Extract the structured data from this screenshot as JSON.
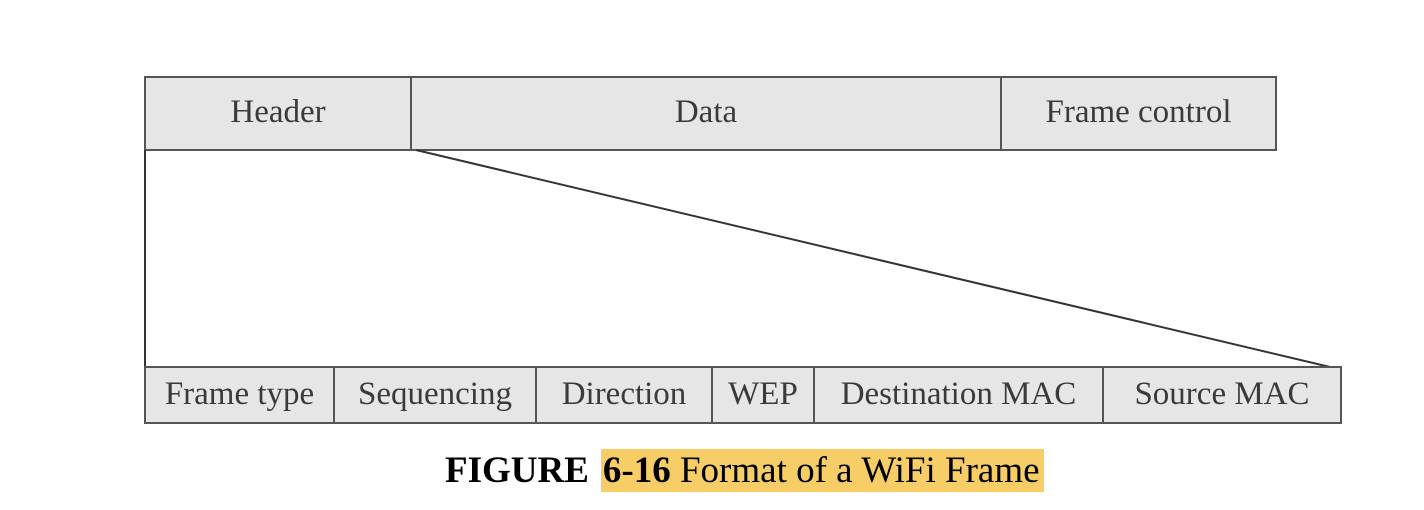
{
  "diagram": {
    "frame_fields": [
      {
        "label": "Header"
      },
      {
        "label": "Data"
      },
      {
        "label": "Frame control"
      }
    ],
    "header_fields": [
      {
        "label": "Frame type"
      },
      {
        "label": "Sequencing"
      },
      {
        "label": "Direction"
      },
      {
        "label": "WEP"
      },
      {
        "label": "Destination MAC"
      },
      {
        "label": "Source MAC"
      }
    ]
  },
  "caption": {
    "label": "FIGURE",
    "number": "6-16",
    "text": "Format of a WiFi Frame",
    "highlight_color": "#f6cd67"
  },
  "colors": {
    "cell_fill": "#e6e6e6",
    "border": "#555555"
  }
}
